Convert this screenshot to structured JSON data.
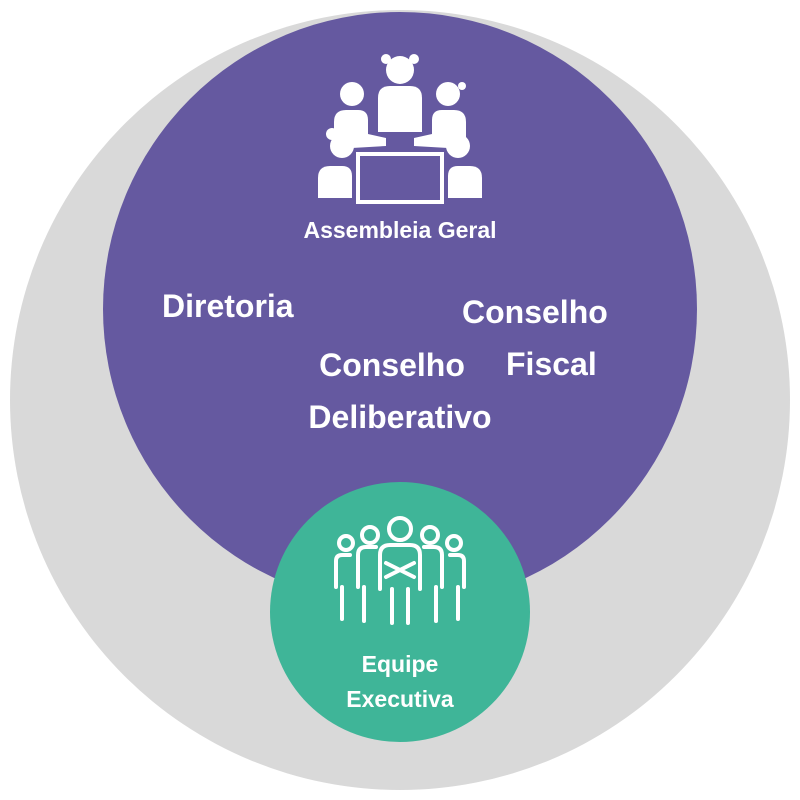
{
  "colors": {
    "outer": "#d9d9d9",
    "governance": "#6559a0",
    "team": "#3fb598",
    "text": "#ffffff"
  },
  "governance": {
    "assembly_label": "Assembleia Geral",
    "assembly_icon": "meeting-table-icon",
    "bodies": {
      "diretoria": "Diretoria",
      "conselho_fiscal_line1": "Conselho",
      "conselho_fiscal_line2": "Fiscal",
      "conselho_deliberativo_line1": "Conselho",
      "conselho_deliberativo_line2": "Deliberativo"
    }
  },
  "team": {
    "label_line1": "Equipe",
    "label_line2": "Executiva",
    "icon": "people-group-icon"
  }
}
